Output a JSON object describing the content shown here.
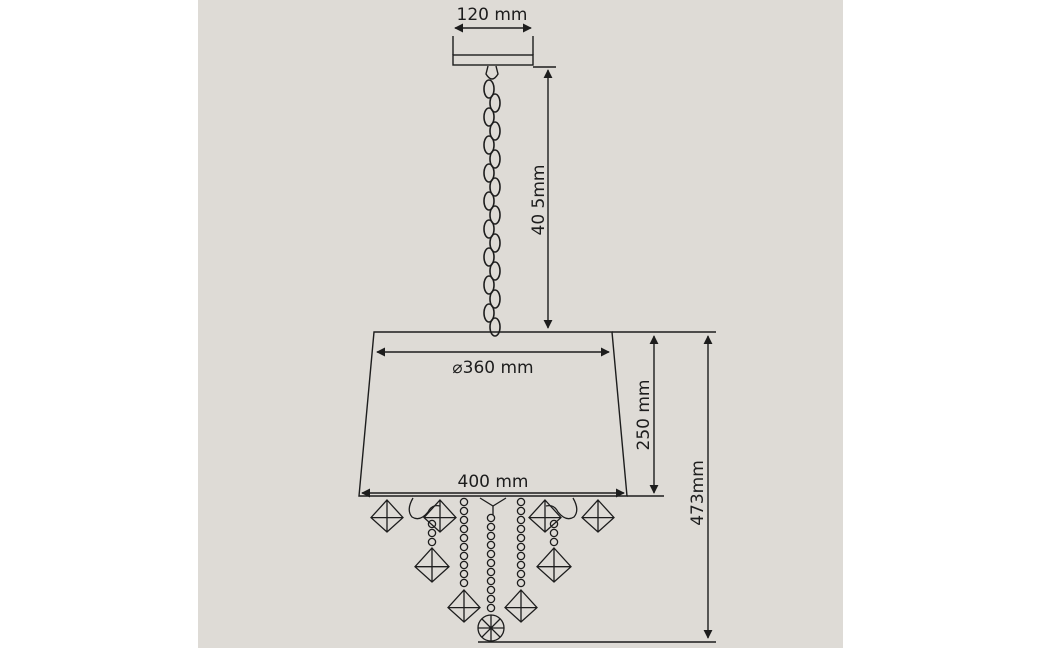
{
  "dimensions": {
    "canopy_width": "120 mm",
    "chain_length": "40 5mm",
    "shade_top_diameter": "⌀360 mm",
    "shade_height": "250 mm",
    "shade_bottom_width": "400 mm",
    "total_height": "473mm"
  },
  "colors": {
    "background": "#dedbd6",
    "line": "#1d1d1d"
  }
}
